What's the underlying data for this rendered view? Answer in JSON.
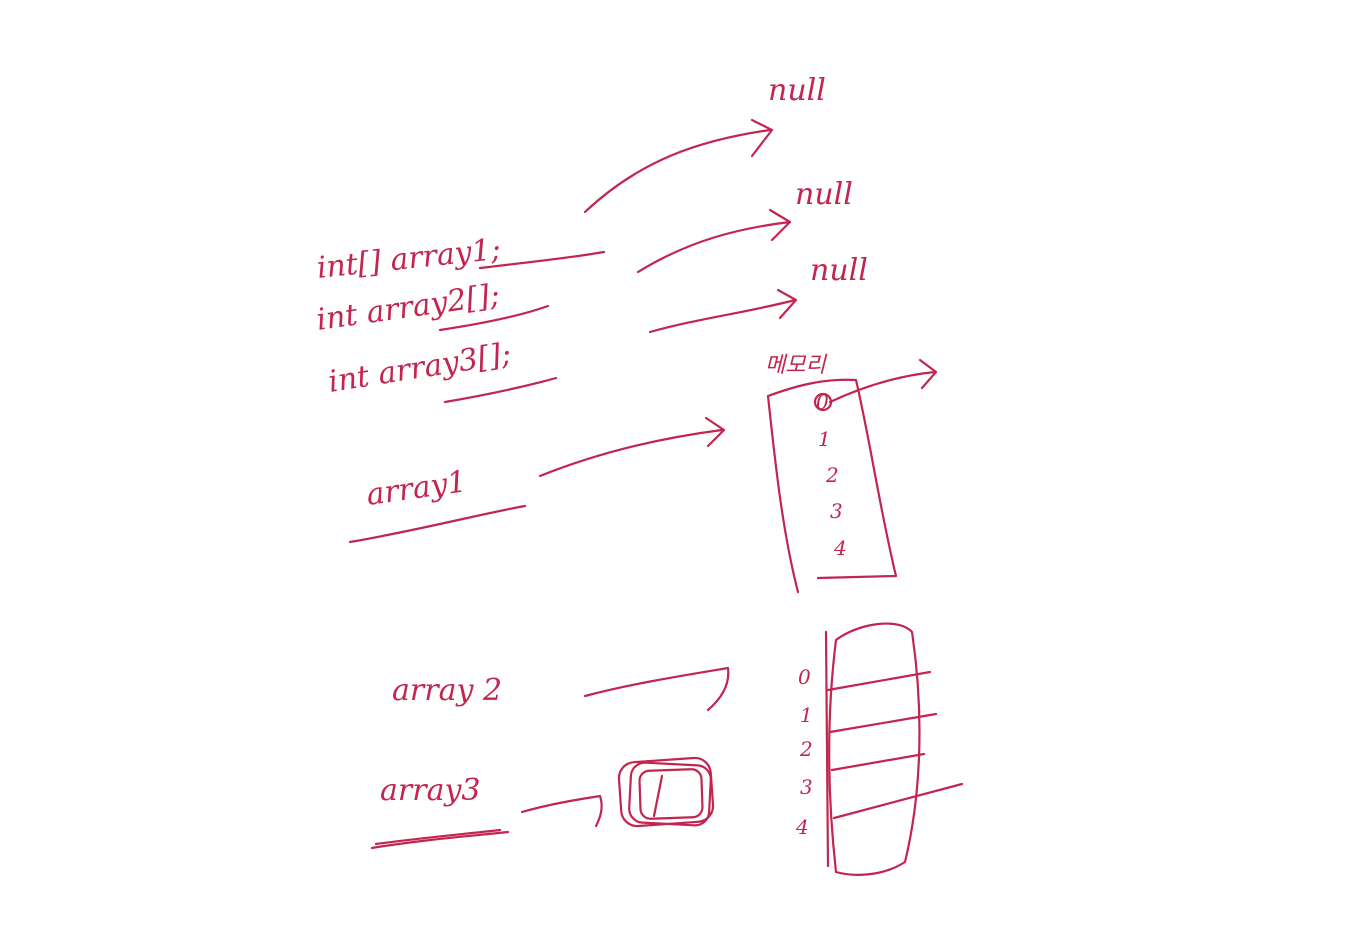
{
  "declarations": {
    "decl1": "int[] array1;",
    "decl2": "int array2[];",
    "decl3": "int array3[];"
  },
  "nulls": {
    "null1": "null",
    "null2": "null",
    "null3": "null"
  },
  "memory_label": "메모리",
  "references": {
    "ref1": "array1",
    "ref2": "array 2",
    "ref3": "array3"
  },
  "array1_indices": [
    "0",
    "1",
    "2",
    "3",
    "4"
  ],
  "array2_indices": [
    "0",
    "1",
    "2",
    "3",
    "4"
  ],
  "ink_color": "#c2254f"
}
